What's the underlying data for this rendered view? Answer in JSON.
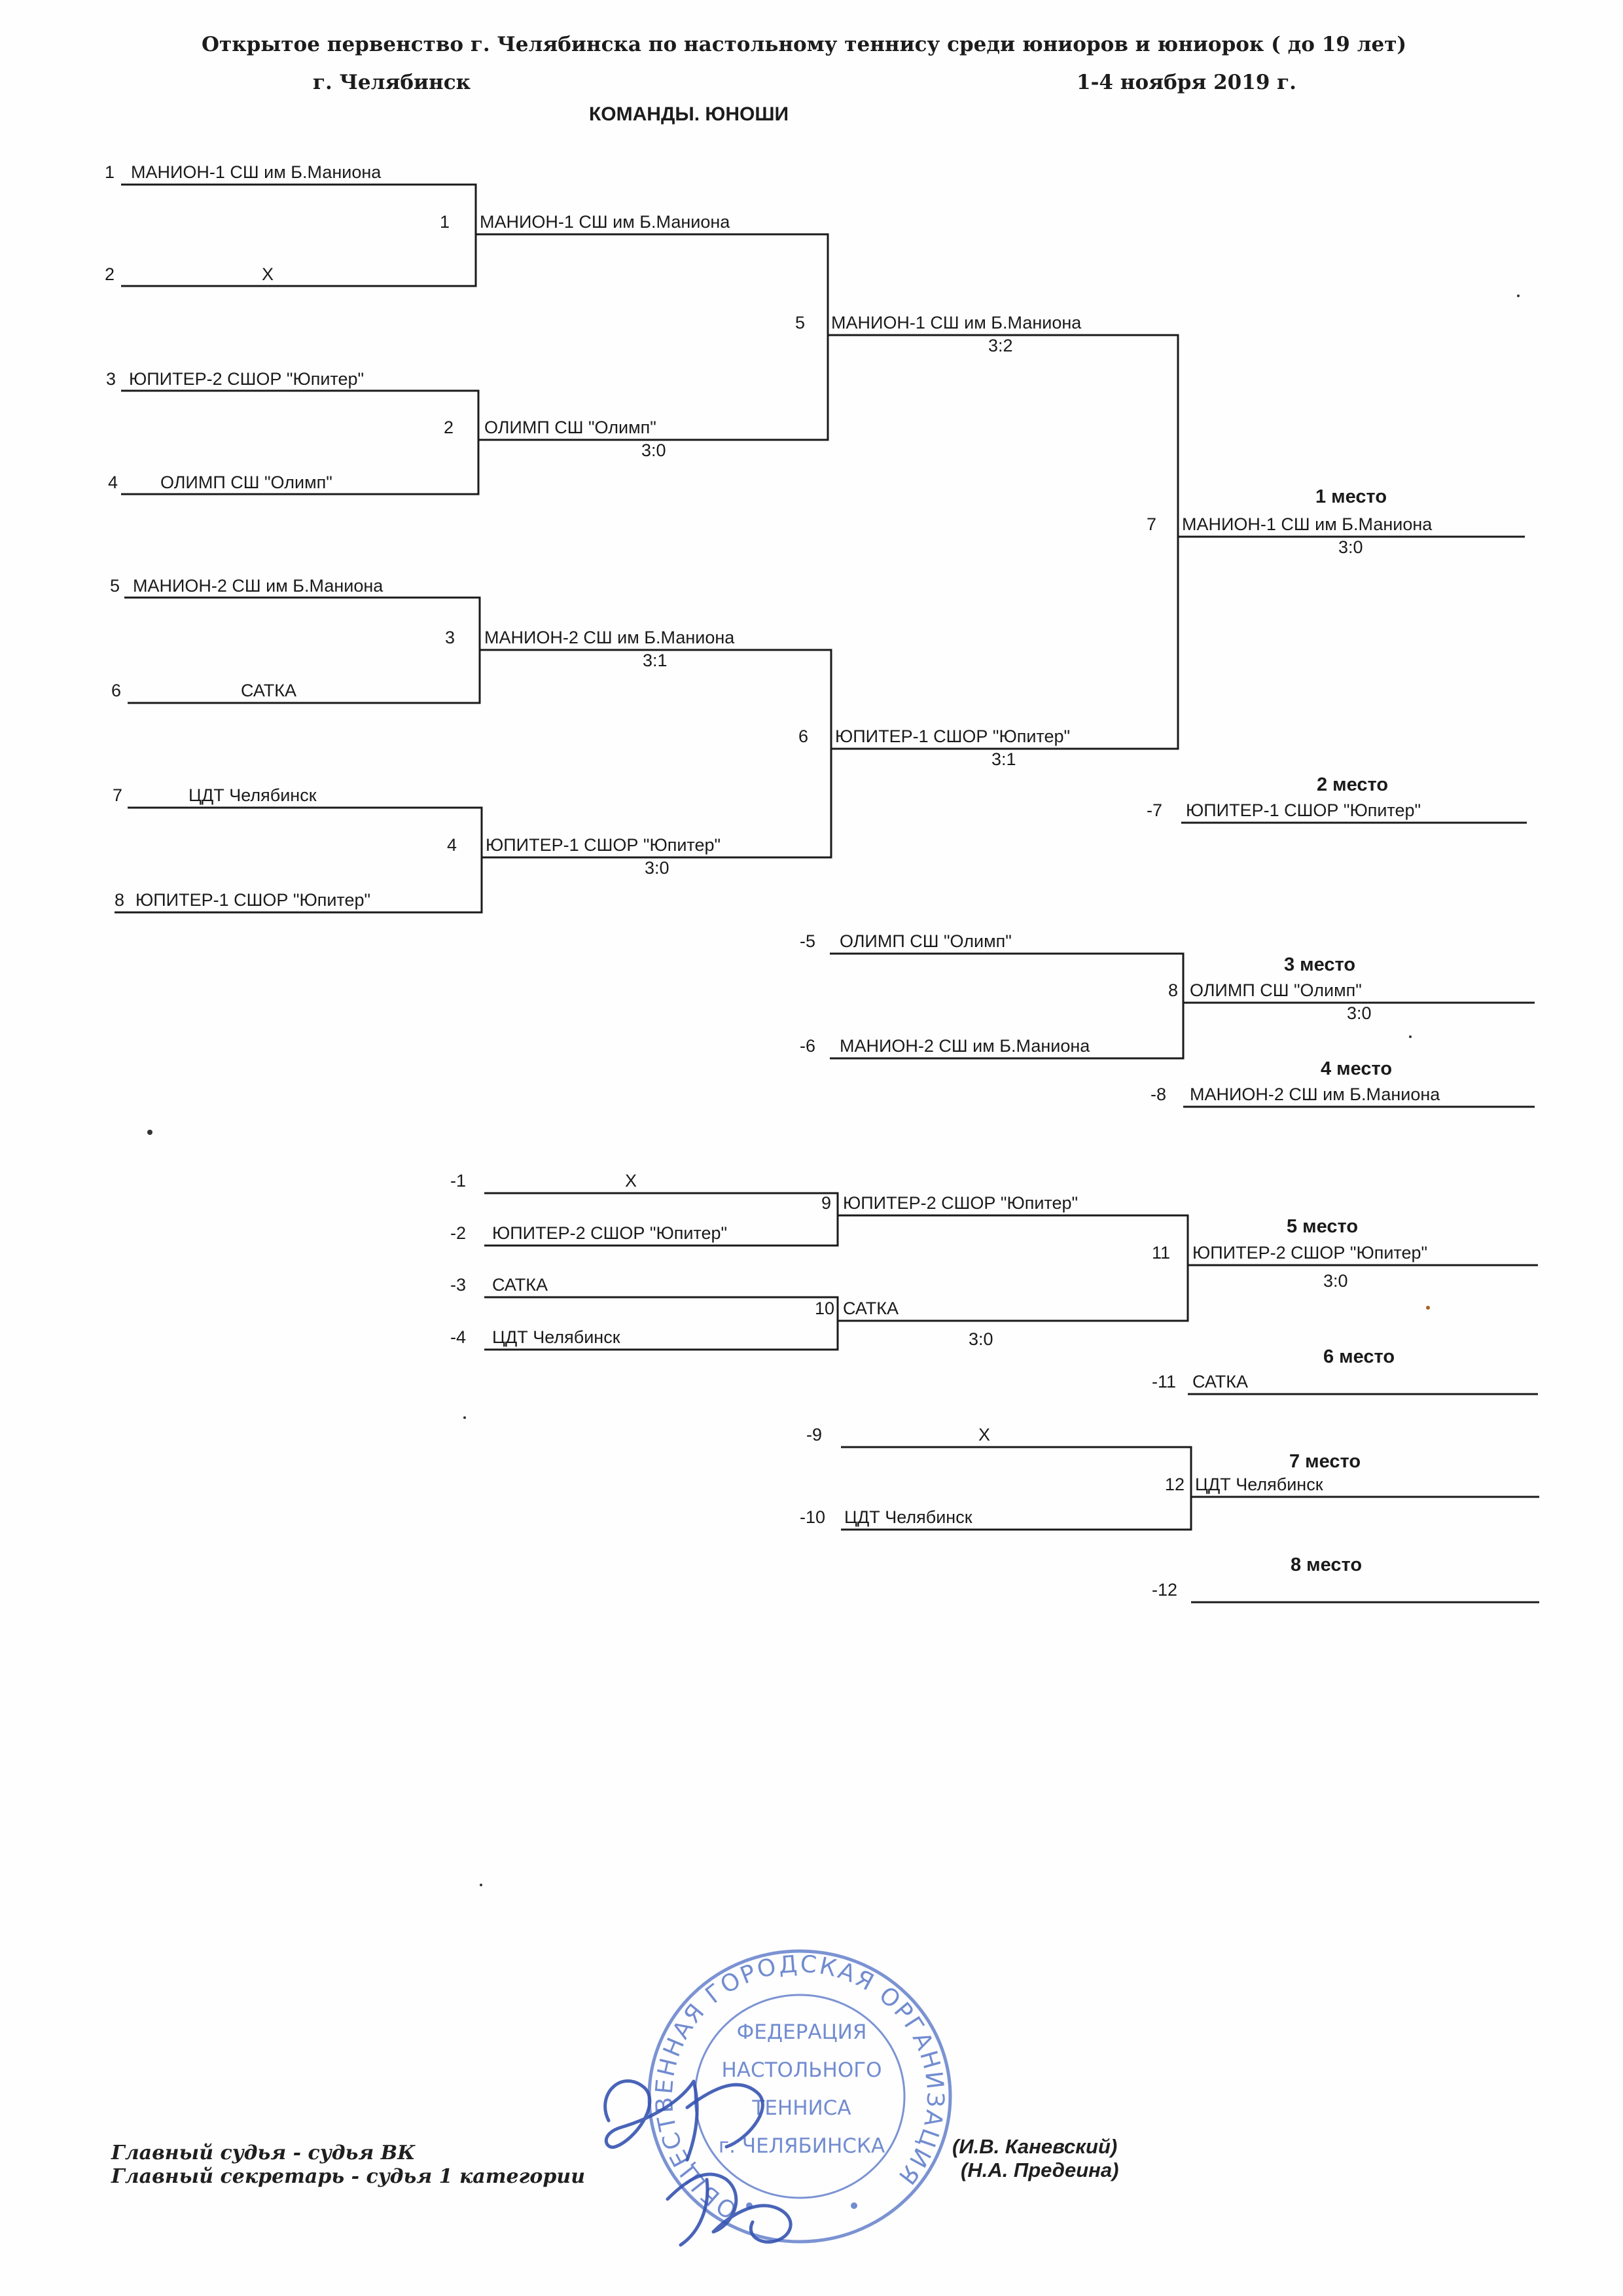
{
  "header": {
    "title_line1": "Открытое первенство г. Челябинска по настольному теннису среди юниоров и юниорок ( до 19 лет)",
    "city": "г. Челябинск",
    "dates": "1-4 ноября 2019 г.",
    "subtitle": "КОМАНДЫ.  ЮНОШИ"
  },
  "entries": [
    {
      "num": "1",
      "name": "МАНИОН-1 СШ им Б.Маниона"
    },
    {
      "num": "2",
      "name": "Х"
    },
    {
      "num": "3",
      "name": "ЮПИТЕР-2   СШОР \"Юпитер\""
    },
    {
      "num": "4",
      "name": "ОЛИМП   СШ \"Олимп\""
    },
    {
      "num": "5",
      "name": "МАНИОН-2  СШ им Б.Маниона"
    },
    {
      "num": "6",
      "name": "САТКА"
    },
    {
      "num": "7",
      "name": "ЦДТ    Челябинск"
    },
    {
      "num": "8",
      "name": "ЮПИТЕР-1   СШОР \"Юпитер\""
    }
  ],
  "matches": [
    {
      "id": "1",
      "winner": "МАНИОН-1 СШ им Б.Маниона",
      "score": ""
    },
    {
      "id": "2",
      "winner": "ОЛИМП   СШ \"Олимп\"",
      "score": "3:0"
    },
    {
      "id": "3",
      "winner": "МАНИОН-2  СШ им Б.Маниона",
      "score": "3:1"
    },
    {
      "id": "4",
      "winner": "ЮПИТЕР-1   СШОР \"Юпитер\"",
      "score": "3:0"
    },
    {
      "id": "5",
      "winner": "МАНИОН-1 СШ им Б.Маниона",
      "score": "3:2"
    },
    {
      "id": "6",
      "winner": "ЮПИТЕР-1   СШОР \"Юпитер\"",
      "score": "3:1"
    },
    {
      "id": "7",
      "winner": "МАНИОН-1 СШ им Б.Маниона",
      "score": "3:0"
    },
    {
      "id": "8",
      "winner": "ОЛИМП   СШ \"Олимп\"",
      "score": "3:0"
    },
    {
      "id": "9",
      "winner": "ЮПИТЕР-2   СШОР \"Юпитер\"",
      "score": ""
    },
    {
      "id": "10",
      "winner": "САТКА",
      "score": "3:0"
    },
    {
      "id": "11",
      "winner": "ЮПИТЕР-2   СШОР \"Юпитер\"",
      "score": "3:0"
    },
    {
      "id": "12",
      "winner": "ЦДТ    Челябинск",
      "score": ""
    }
  ],
  "losers": [
    {
      "num": "-5",
      "name": "ОЛИМП    СШ \"Олимп\""
    },
    {
      "num": "-6",
      "name": "МАНИОН-2  СШ им Б.Маниона"
    },
    {
      "num": "-1",
      "name": "Х"
    },
    {
      "num": "-2",
      "name": "ЮПИТЕР-2   СШОР \"Юпитер\""
    },
    {
      "num": "-3",
      "name": "САТКА"
    },
    {
      "num": "-4",
      "name": "ЦДТ    Челябинск"
    },
    {
      "num": "-9",
      "name": "Х"
    },
    {
      "num": "-10",
      "name": "ЦДТ    Челябинск"
    }
  ],
  "places": [
    {
      "label": "1 место",
      "num": "",
      "name": ""
    },
    {
      "label": "2 место",
      "num": "-7",
      "name": "ЮПИТЕР-1   СШОР \"Юпитер\""
    },
    {
      "label": "3 место",
      "num": "",
      "name": ""
    },
    {
      "label": "4 место",
      "num": "-8",
      "name": "МАНИОН-2  СШ им Б.Маниона"
    },
    {
      "label": "5 место",
      "num": "",
      "name": ""
    },
    {
      "label": "6 место",
      "num": "-11",
      "name": "САТКА"
    },
    {
      "label": "7 место",
      "num": "",
      "name": ""
    },
    {
      "label": "8 место",
      "num": "-12",
      "name": ""
    }
  ],
  "footer": {
    "chief_judge": "Главный судья - судья ВК",
    "chief_secretary": "Главный секретарь - судья 1 категории",
    "chief_judge_name": "(И.В. Каневский)",
    "chief_secretary_name": "(Н.А. Предеина)"
  },
  "stamp": {
    "ring_text": "ОБЩЕСТВЕННАЯ  ГОРОДСКАЯ  ОРГАНИЗАЦИЯ",
    "center_lines": [
      "ФЕДЕРАЦИЯ",
      "НАСТОЛЬНОГО",
      "ТЕННИСА",
      "г. ЧЕЛЯБИНСКА"
    ]
  },
  "colors": {
    "ink": "#1a1a1a",
    "stamp": "#4f6fc4",
    "signature": "#3553b0"
  }
}
